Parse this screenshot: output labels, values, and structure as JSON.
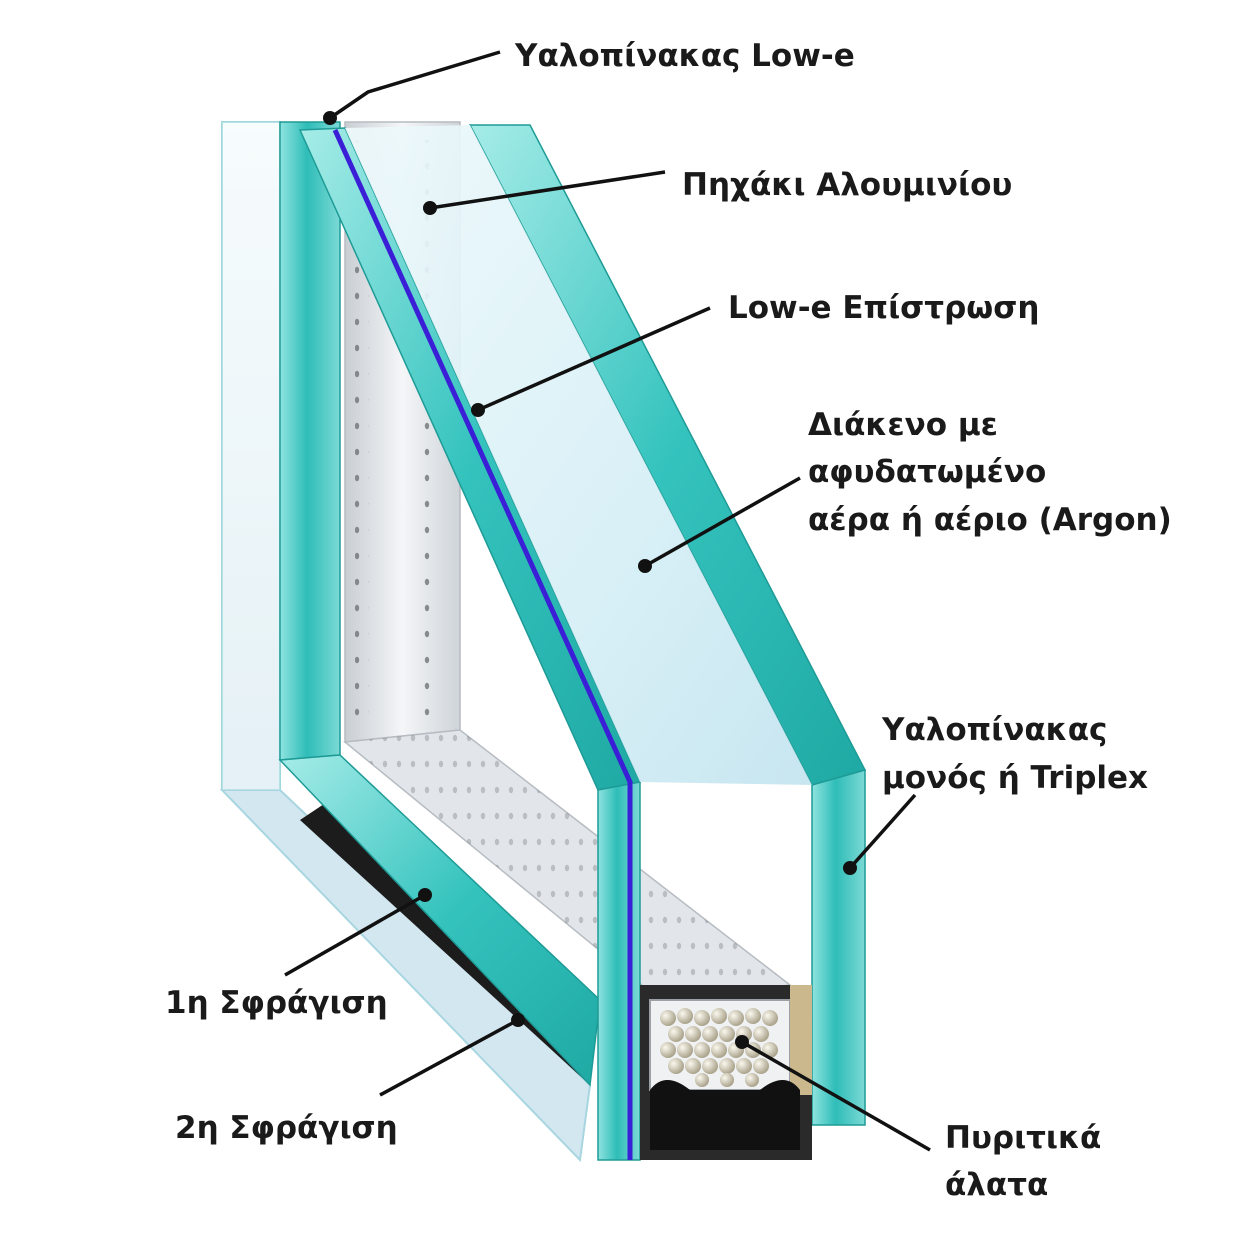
{
  "labels": {
    "lowe_pane": "Υαλοπίνακας Low-e",
    "aluminium_spacer": "Πηχάκι Αλουμινίου",
    "lowe_coating": "Low-e Επίστρωση",
    "gap_line1": "Διάκενο με",
    "gap_line2": "αφυδατωμένο",
    "gap_line3": "αέρα ή αέριο (Argon)",
    "pane_line1": "Υαλοπίνακας",
    "pane_line2": "μονός ή Triplex",
    "seal_1": "1η Σφράγιση",
    "seal_2": "2η Σφράγιση",
    "desiccant_line1": "Πυριτικά",
    "desiccant_line2": "άλατα"
  },
  "colors": {
    "glass_edge": "#38c9c4",
    "glass_face": "#dff3f8",
    "coating": "#3a1fd6",
    "sealant": "#1c1c1c",
    "spacer": "#e6e9ec",
    "desiccant": "#d2cbb5",
    "label_text": "#1a1a1a",
    "leader": "#111111"
  }
}
